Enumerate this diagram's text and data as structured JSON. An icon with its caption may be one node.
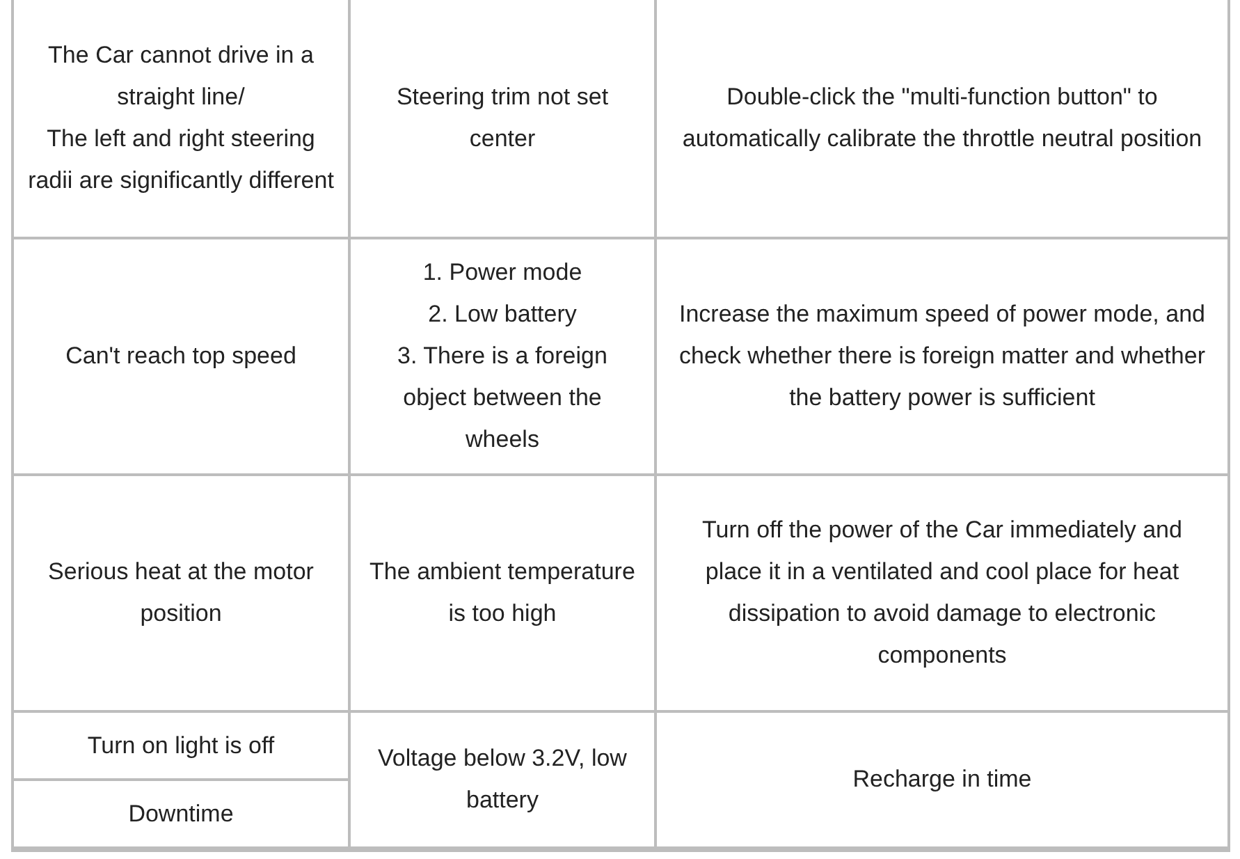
{
  "diagram": {
    "labels": [
      "The Car cannot drive in a straight line/",
      "The left and right steering radii are significantly different",
      "Steering trim not set center",
      "Double-click the \"multi-function button\" to automatically calibrate the throttle neutral position",
      "Can't reach top speed",
      "1. Power mode",
      "2. Low battery",
      "3. There is a foreign object between the wheels",
      "Increase the maximum speed of power mode, and check whether there is foreign matter and whether the battery power is sufficient",
      "Serious heat at the motor position",
      "The ambient temperature is too high",
      "Turn off the power of the Car immediately and place it in a ventilated and cool place for heat dissipation to avoid damage to electronic components",
      "Turn on light is off",
      "Voltage below 3.2V, low battery",
      "Recharge in time",
      "Downtime"
    ]
  }
}
